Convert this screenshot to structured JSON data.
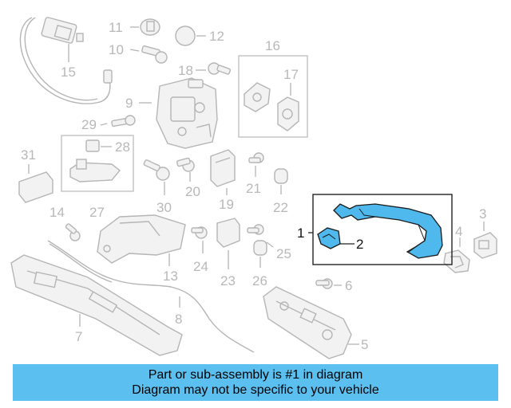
{
  "part_labels": {
    "p1": "1",
    "p2": "2",
    "p3": "3",
    "p4": "4",
    "p5": "5",
    "p6": "6",
    "p7": "7",
    "p8": "8",
    "p9": "9",
    "p10": "10",
    "p11": "11",
    "p12": "12",
    "p13": "13",
    "p14": "14",
    "p15": "15",
    "p16": "16",
    "p17": "17",
    "p18": "18",
    "p19": "19",
    "p20": "20",
    "p21": "21",
    "p22": "22",
    "p23": "23",
    "p24": "24",
    "p25": "25",
    "p26": "26",
    "p27": "27",
    "p28": "28",
    "p29": "29",
    "p30": "30",
    "p31": "31"
  },
  "highlight_color": "#4fb8ec",
  "banner": {
    "line1": "Part or sub-assembly is #1 in diagram",
    "line2": "Diagram may not be specific to your vehicle",
    "color": "#5bbff0"
  }
}
